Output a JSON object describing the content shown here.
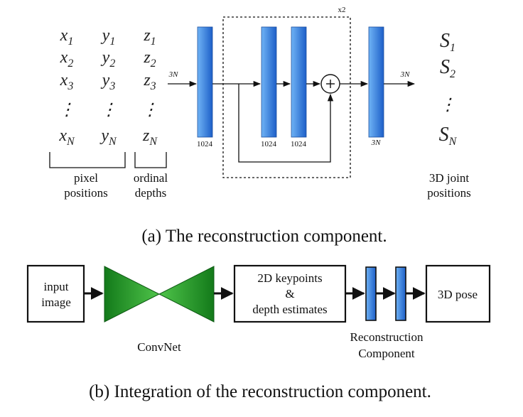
{
  "inputs": {
    "x_column": [
      "x1",
      "x2",
      "x3",
      "xN"
    ],
    "y_column": [
      "y1",
      "y2",
      "y3",
      "yN"
    ],
    "z_column": [
      "z1",
      "z2",
      "z3",
      "zN"
    ],
    "pixel_label": [
      "pixel",
      "positions"
    ],
    "depth_label": [
      "ordinal",
      "depths"
    ]
  },
  "network": {
    "input_dim": "3N",
    "first_layer": "1024",
    "residual_layers": [
      "1024",
      "1024"
    ],
    "repeat": "x2",
    "output_layer": "3N",
    "output_dim": "3N"
  },
  "outputs": {
    "s_column": [
      "S1",
      "S2",
      "SN"
    ],
    "label": [
      "3D joint",
      "positions"
    ]
  },
  "caption_a": "(a) The reconstruction component.",
  "pipeline": {
    "input": [
      "input",
      "image"
    ],
    "convnet": "ConvNet",
    "keypoints": [
      "2D keypoints",
      "&",
      "depth estimates"
    ],
    "reconstruction": [
      "Reconstruction",
      "Component"
    ],
    "output": "3D pose"
  },
  "caption_b": "(b) Integration of the reconstruction component.",
  "colors": {
    "layer_blue_light": "#6fb3f5",
    "layer_blue_dark": "#1d5fc8",
    "cone_green_light": "#4fc44a",
    "cone_green_dark": "#137a1a"
  }
}
